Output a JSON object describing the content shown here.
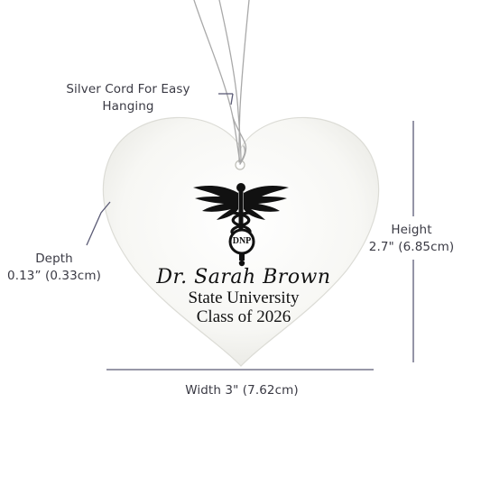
{
  "callouts": {
    "cord_line1": "Silver Cord For Easy",
    "cord_line2": "Hanging",
    "depth_line1": "Depth",
    "depth_line2": "0.13” (0.33cm)",
    "height_line1": "Height",
    "height_line2": "2.7\" (6.85cm)",
    "width_label": "Width 3\" (7.62cm)"
  },
  "ornament": {
    "badge": "DNP",
    "name": "Dr. Sarah Brown",
    "school": "State University",
    "class_year": "Class of 2026"
  },
  "colors": {
    "dimension_line": "#5b5b75",
    "ornament_fill": "#f6f6f3",
    "ornament_edge": "#dcdcd6",
    "ink": "#111111",
    "cord": "#a9a9a9"
  },
  "icons": [
    "caduceus-icon",
    "silver-cord"
  ]
}
